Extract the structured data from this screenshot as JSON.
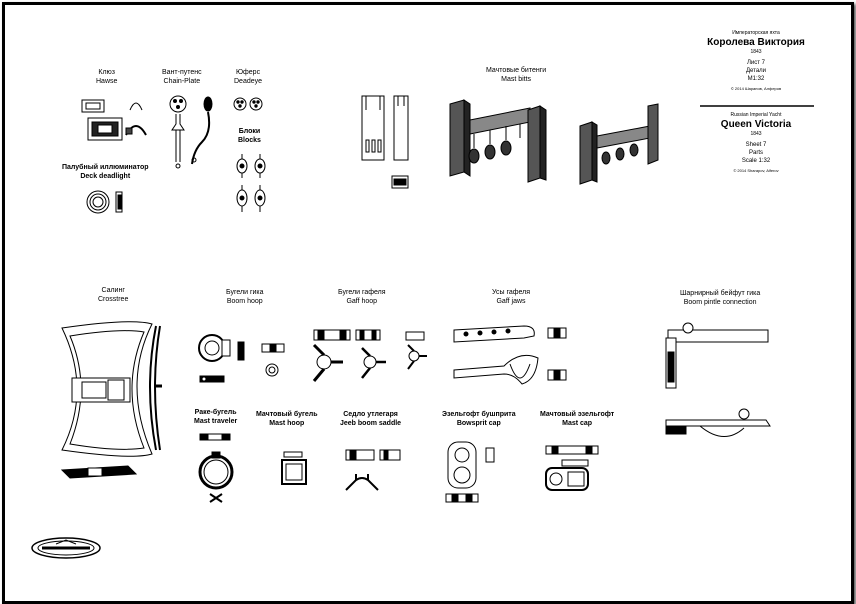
{
  "title_block": {
    "ru": {
      "subtitle": "Императорская яхта",
      "title": "Королева Виктория",
      "year": "1843",
      "sheet": "Лист 7",
      "content": "Детали",
      "scale": "М1:32",
      "copyright": "© 2014 Шарапов, Алферов"
    },
    "en": {
      "subtitle": "Russian Imperial Yacht",
      "title": "Queen Victoria",
      "year": "1843",
      "sheet": "Sheet 7",
      "content": "Parts",
      "scale": "Scale 1:32",
      "copyright": "© 2014 Sharapov, Alferov"
    }
  },
  "labels": {
    "hawse": {
      "ru": "Клюз",
      "en": "Hawse"
    },
    "chain_plate": {
      "ru": "Вант-путенс",
      "en": "Chain-Plate"
    },
    "deadeye": {
      "ru": "Юферс",
      "en": "Deadeye"
    },
    "blocks": {
      "ru": "Блоки",
      "en": "Blocks"
    },
    "deck_deadlight": {
      "ru": "Палубный иллюминатор",
      "en": "Deck deadlight"
    },
    "mast_bitts": {
      "ru": "Мачтовые битенги",
      "en": "Mast bitts"
    },
    "crosstree": {
      "ru": "Салинг",
      "en": "Crosstree"
    },
    "boom_hoop": {
      "ru": "Бугели гика",
      "en": "Boom hoop"
    },
    "gaff_hoop": {
      "ru": "Бугели гафеля",
      "en": "Gaff hoop"
    },
    "gaff_jaws": {
      "ru": "Усы гафеля",
      "en": "Gaff jaws"
    },
    "boom_pintle": {
      "ru": "Шарнирный бейфут гика",
      "en": "Boom pintle connection"
    },
    "mast_traveler": {
      "ru": "Раке-бугель",
      "en": "Mast  traveler"
    },
    "mast_hoop": {
      "ru": "Мачтовый бугель",
      "en": "Mast  hoop"
    },
    "jeeb_boom_saddle": {
      "ru": "Седло утлегаря",
      "en": "Jeeb boom saddle"
    },
    "bowsprit_cap": {
      "ru": "Эзельгофт бушприта",
      "en": "Bowsprit cap"
    },
    "mast_cap": {
      "ru": "Мачтовый эзельгофт",
      "en": "Mast cap"
    }
  }
}
